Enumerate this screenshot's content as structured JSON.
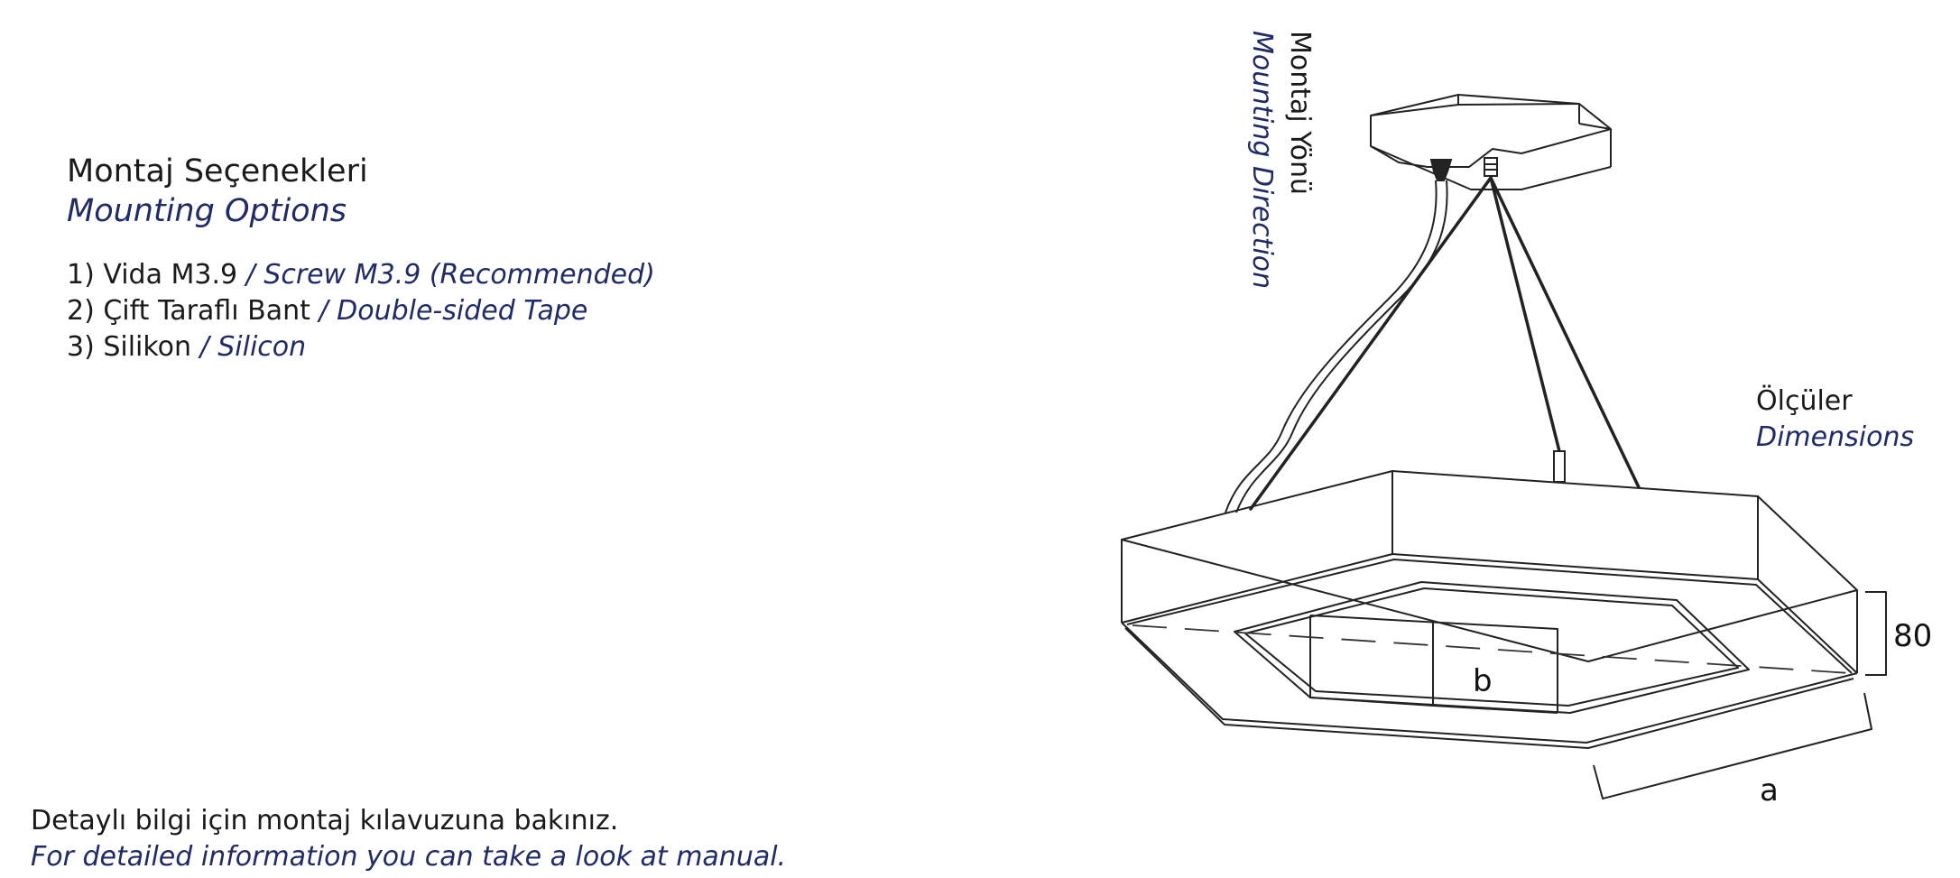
{
  "mounting": {
    "title_tr": "Montaj Seçenekleri",
    "title_en": "Mounting Options",
    "options": [
      {
        "tr": "1) Vida M3.9",
        "en": "/ Screw M3.9 (Recommended)"
      },
      {
        "tr": "2) Çift Taraflı Bant",
        "en": "/ Double-sided Tape"
      },
      {
        "tr": "3) Silikon",
        "en": "/ Silicon"
      }
    ]
  },
  "direction": {
    "tr": "Montaj Yönü",
    "en": "Mounting Direction"
  },
  "dimensions": {
    "tr": "Ölçüler",
    "en": "Dimensions",
    "height_value": "80",
    "label_a": "a",
    "label_b": "b"
  },
  "footer": {
    "tr": "Detaylı bilgi için montaj kılavuzuna bakınız.",
    "en": "For detailed information you can take a look at manual."
  },
  "colors": {
    "text": "#1a1a1a",
    "accent": "#1f2a66",
    "line": "#222222"
  }
}
